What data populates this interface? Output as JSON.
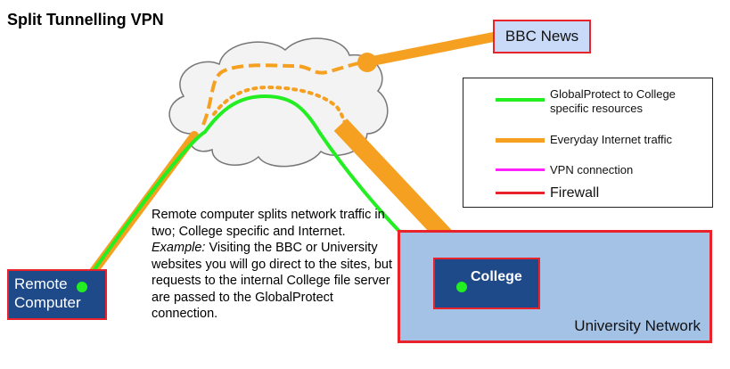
{
  "title": "Split Tunnelling VPN",
  "nodes": {
    "bbc": "BBC News",
    "remote": [
      "Remote",
      "Computer"
    ],
    "college": "College",
    "university": "University Network"
  },
  "legend": [
    {
      "label": "GlobalProtect to College specific resources",
      "color": "#22ee22"
    },
    {
      "label": "Everyday Internet traffic",
      "color": "#f5a020"
    },
    {
      "label": "VPN connection",
      "color": "#ff22ff"
    },
    {
      "label": "Firewall",
      "color": "#e8232b"
    }
  ],
  "description": {
    "line1": "Remote computer splits network traffic in two; College specific and Internet.",
    "example_label": "Example:",
    "example_text": " Visiting the BBC or University websites you will go direct to the sites, but requests to the internal College file server are passed to the GlobalProtect connection."
  },
  "colors": {
    "green": "#22ee22",
    "orange": "#f5a020",
    "firewall": "#e8232b",
    "navy": "#1f4a8a",
    "light_blue": "#a4c2e6"
  }
}
